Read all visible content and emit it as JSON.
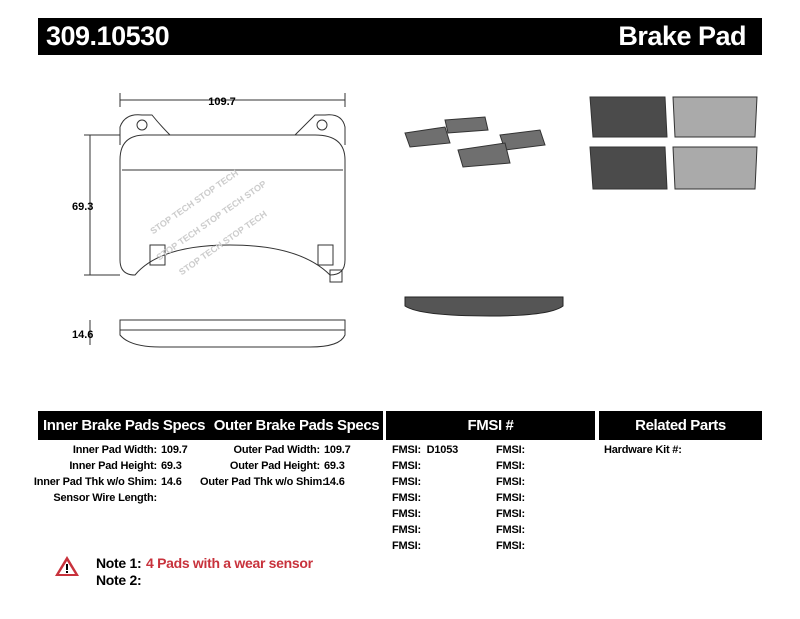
{
  "header": {
    "part_number": "309.10530",
    "product": "Brake Pad"
  },
  "drawing": {
    "width": "109.7",
    "height": "69.3",
    "thickness": "14.6"
  },
  "table": {
    "headers": [
      "Inner Brake Pads Specs",
      "Outer Brake Pads Specs",
      "FMSI #",
      "Related Parts"
    ],
    "inner": [
      {
        "label": "Inner Pad Width:",
        "value": "109.7"
      },
      {
        "label": "Inner Pad Height:",
        "value": "69.3"
      },
      {
        "label": "Inner Pad Thk w/o Shim:",
        "value": "14.6"
      },
      {
        "label": "Sensor Wire Length:",
        "value": ""
      }
    ],
    "outer": [
      {
        "label": "Outer Pad Width:",
        "value": "109.7"
      },
      {
        "label": "Outer Pad Height:",
        "value": "69.3"
      },
      {
        "label": "Outer Pad Thk w/o Shim:",
        "value": "14.6"
      }
    ],
    "fmsi_col1": [
      "FMSI:  D1053",
      "FMSI:",
      "FMSI:",
      "FMSI:",
      "FMSI:",
      "FMSI:",
      "FMSI:"
    ],
    "fmsi_col2": [
      "FMSI:",
      "FMSI:",
      "FMSI:",
      "FMSI:",
      "FMSI:",
      "FMSI:",
      "FMSI:"
    ],
    "related": [
      "Hardware Kit #:"
    ]
  },
  "notes": {
    "note1_label": "Note 1:",
    "note1_text": "4 Pads with a wear sensor",
    "note2_label": "Note 2:",
    "note1_color": "#c8323c"
  },
  "icons": {
    "warning": "warning-triangle-icon"
  }
}
